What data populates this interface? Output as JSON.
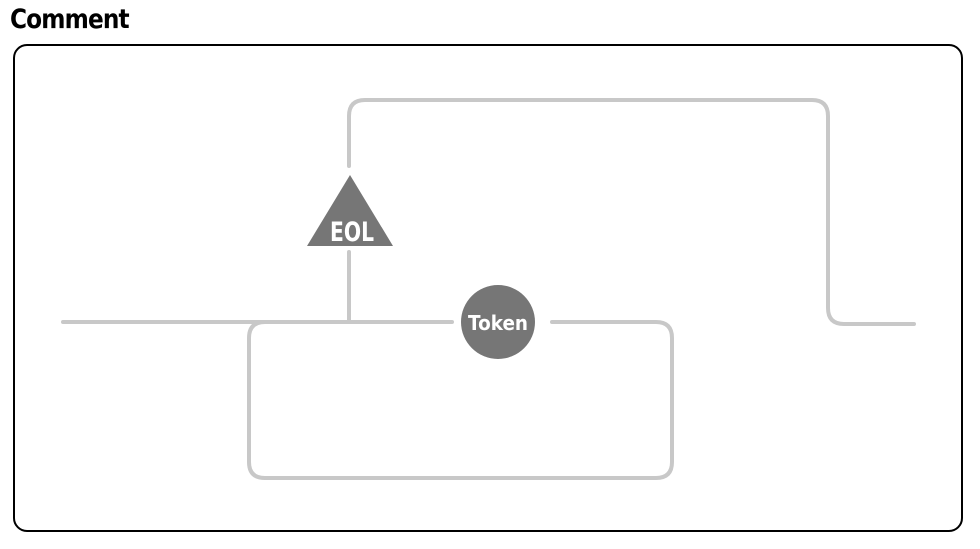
{
  "diagram": {
    "title": "Comment",
    "nodes": {
      "eol": {
        "label": "EOL",
        "shape": "triangle"
      },
      "token": {
        "label": "Token",
        "shape": "circle"
      }
    },
    "colors": {
      "track": "#c8c8c8",
      "node": "#767676",
      "frame": "#000000",
      "label": "#ffffff"
    }
  }
}
